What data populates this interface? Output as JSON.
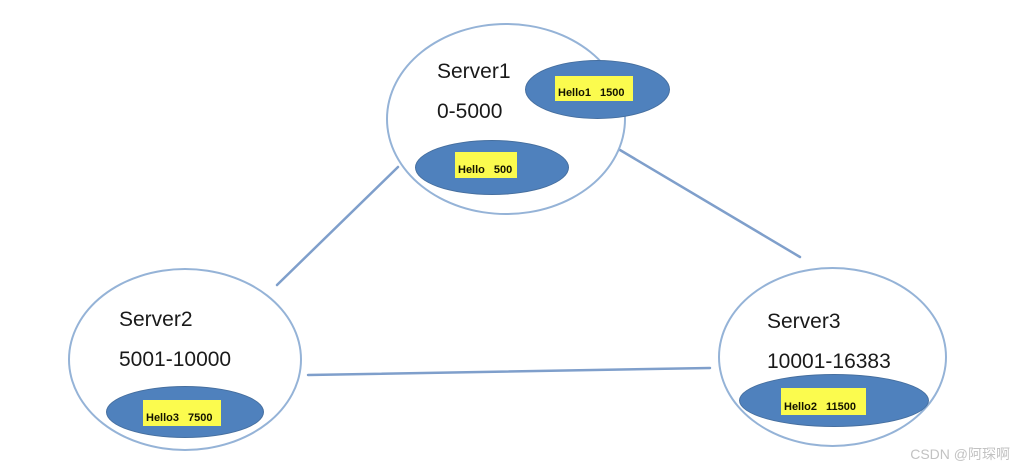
{
  "colors": {
    "node_border": "#95b3d7",
    "link": "#7f9fcb",
    "slot_fill": "#4f81bd",
    "slot_border": "#466f9f",
    "tag_bg": "#fbfb4e",
    "tag_text": "#141400",
    "title_text": "#1a1a1a",
    "watermark_color": "#c2c2c2"
  },
  "servers": [
    {
      "name": "Server1",
      "range": "0-5000",
      "slots": [
        {
          "key": "Hello1",
          "value": "1500"
        },
        {
          "key": "Hello",
          "value": "500"
        }
      ]
    },
    {
      "name": "Server2",
      "range": "5001-10000",
      "slots": [
        {
          "key": "Hello3",
          "value": "7500"
        }
      ]
    },
    {
      "name": "Server3",
      "range": "10001-16383",
      "slots": [
        {
          "key": "Hello2",
          "value": "11500"
        }
      ]
    }
  ],
  "links": [
    {
      "from": "Server1",
      "to": "Server2"
    },
    {
      "from": "Server1",
      "to": "Server3"
    },
    {
      "from": "Server2",
      "to": "Server3"
    }
  ],
  "watermark": {
    "text": "CSDN @阿琛啊"
  }
}
